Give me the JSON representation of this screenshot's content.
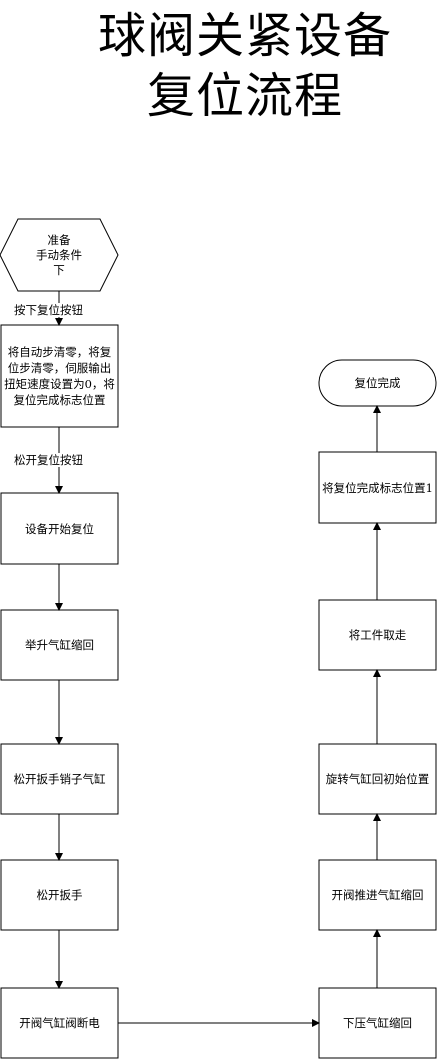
{
  "title": {
    "line1": "球阀关紧设备",
    "line2": "复位流程"
  },
  "nodes": {
    "start": "准备\n手动条件\n下",
    "clear": "将自动步清零，将复位步清零，伺服输出扭矩速度设置为0，将复位完成标志位置",
    "begin_reset": "设备开始复位",
    "lift_retract": "举升气缸缩回",
    "release_pin": "松开扳手销子气缸",
    "release_wrench": "松开扳手",
    "valve_power_off": "开阀气缸阀断电",
    "press_retract": "下压气缸缩回",
    "push_retract": "开阀推进气缸缩回",
    "rotate_home": "旋转气缸回初始位置",
    "take_workpiece": "将工件取走",
    "set_flag": "将复位完成标志位置1",
    "done": "复位完成"
  },
  "edges": {
    "press_reset": "按下复位按钮",
    "release_reset": "松开复位按钮"
  }
}
